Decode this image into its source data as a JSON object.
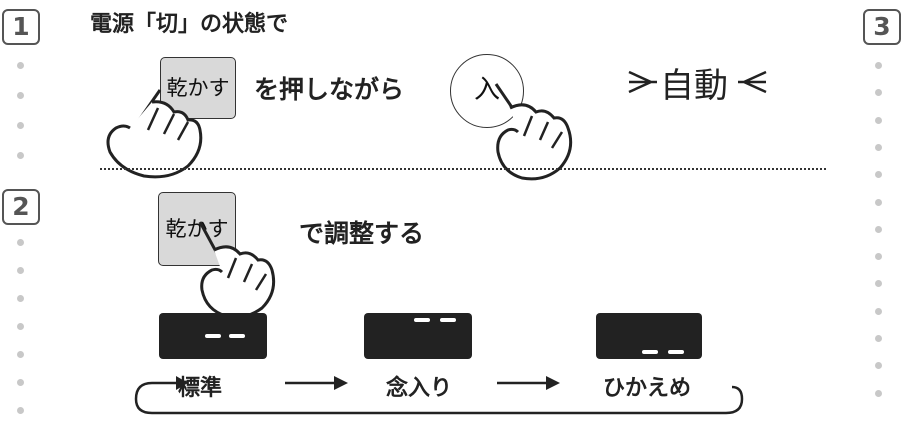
{
  "steps": {
    "one": "1",
    "two": "2",
    "three": "3"
  },
  "step1": {
    "heading": "電源「切」の状態で",
    "dry_button": "乾かす",
    "while_pressing": "を押しながら",
    "power_button": "入",
    "auto_label": "自動"
  },
  "step2": {
    "dry_button": "乾かす",
    "adjust_text": "で調整する",
    "modes": [
      "標準",
      "念入り",
      "ひかえめ"
    ]
  },
  "colors": {
    "display": "#222222",
    "button_fill": "#d9d9d9",
    "dots": "#c8c8c8"
  }
}
